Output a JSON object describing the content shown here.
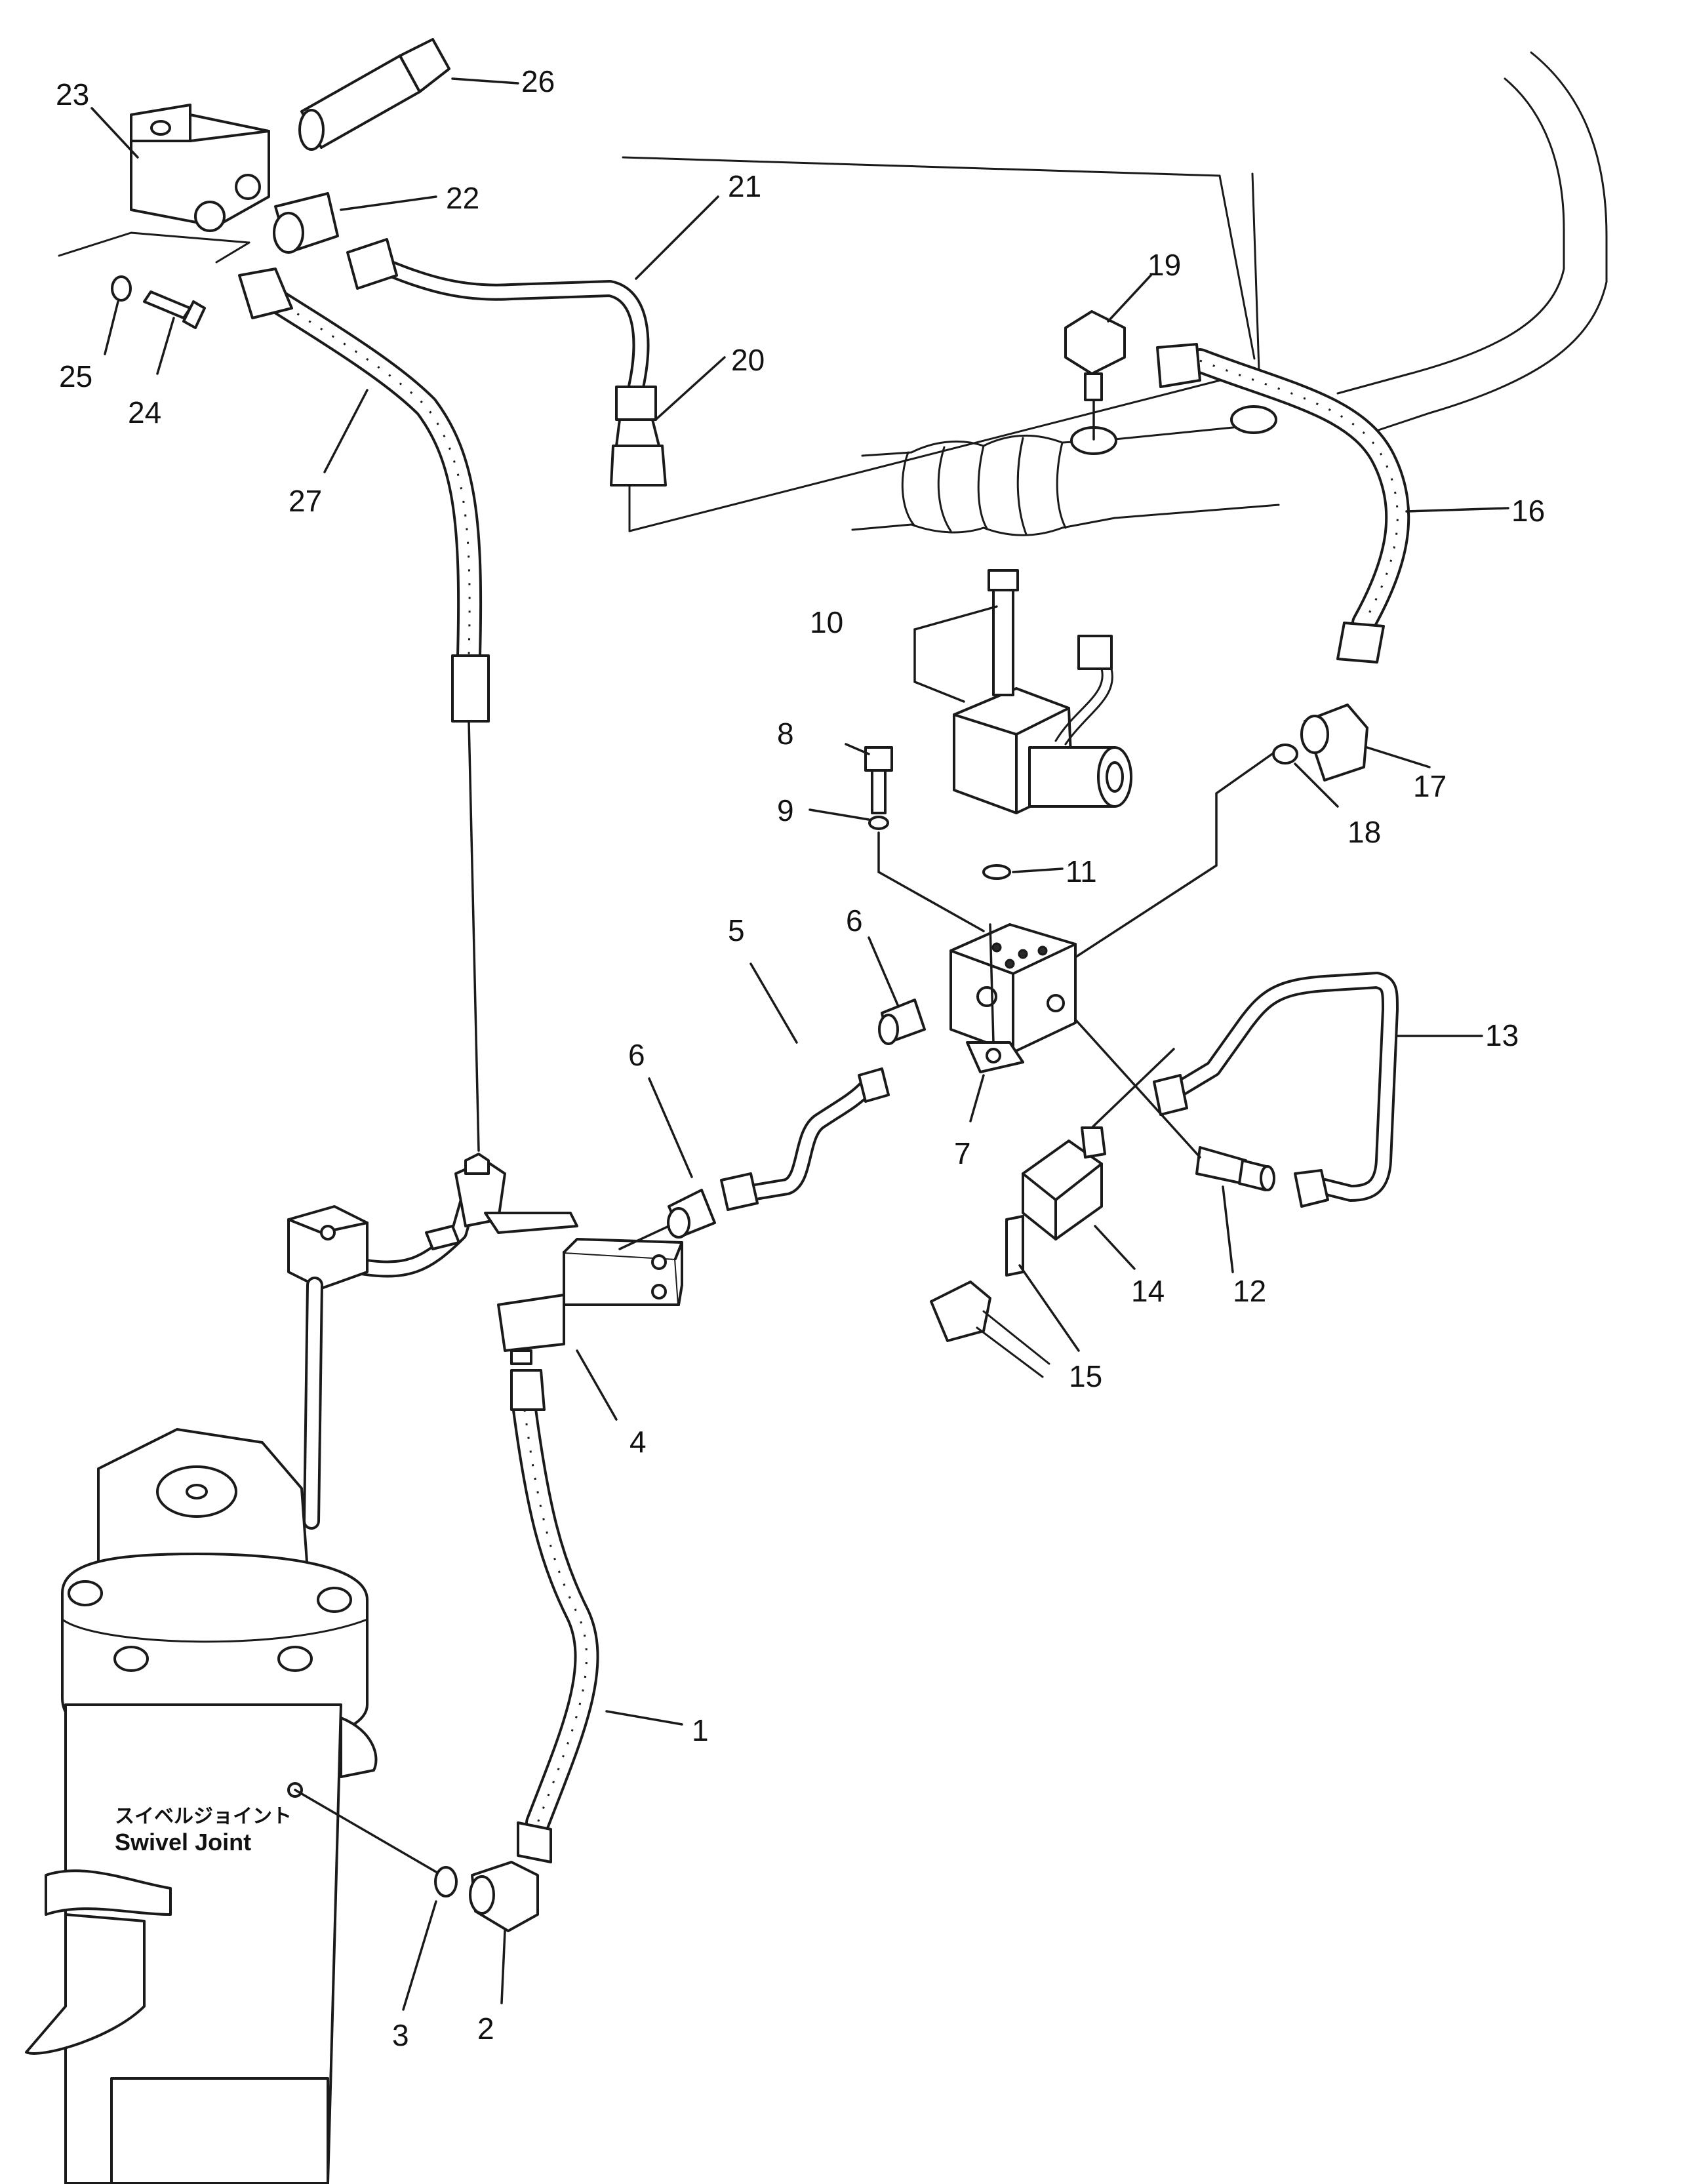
{
  "diagram": {
    "label_plate_ja": "スイベルジョイント",
    "label_plate_en": "Swivel  Joint",
    "callouts": [
      "1",
      "2",
      "3",
      "4",
      "5",
      "6",
      "6",
      "7",
      "8",
      "9",
      "10",
      "11",
      "12",
      "13",
      "14",
      "15",
      "16",
      "17",
      "18",
      "19",
      "20",
      "21",
      "22",
      "23",
      "24",
      "25",
      "26",
      "27"
    ]
  }
}
